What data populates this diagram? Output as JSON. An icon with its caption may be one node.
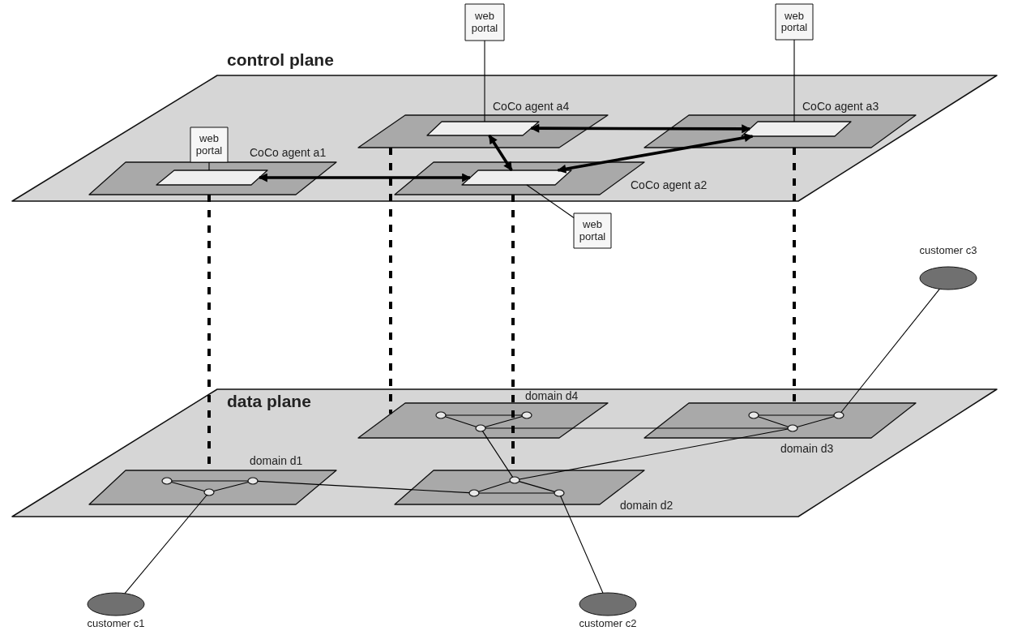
{
  "diagram": {
    "nodes": [
      {
        "text": [
          "control plane"
        ]
      },
      {
        "text": [
          "CoCo agent a4"
        ],
        "in": 0
      },
      {
        "text": [],
        "shape": "box",
        "in": 1
      },
      {
        "text": [
          "CoCo agent a3"
        ],
        "in": 0
      },
      {
        "text": [],
        "shape": "box",
        "in": 3
      },
      {
        "text": [
          "CoCo agent a1"
        ],
        "in": 0
      },
      {
        "text": [],
        "shape": "box",
        "in": 5
      },
      {
        "text": [
          "CoCo agent a2"
        ],
        "in": 0
      },
      {
        "text": [],
        "shape": "box",
        "in": 7
      },
      {
        "text": [
          "web portal"
        ]
      },
      {
        "text": [
          "web portal"
        ]
      },
      {
        "text": [
          "web portal"
        ],
        "in": 0
      },
      {
        "text": [
          "web portal"
        ]
      },
      {
        "text": [
          "data plane"
        ]
      },
      {
        "text": [
          "domain d4"
        ],
        "in": 13
      },
      {
        "text": [],
        "shape": "circle",
        "in": 14
      },
      {
        "text": [],
        "shape": "circle",
        "in": 14
      },
      {
        "text": [],
        "shape": "circle",
        "in": 14
      },
      {
        "text": [
          "domain d3"
        ],
        "in": 13
      },
      {
        "text": [],
        "shape": "circle",
        "in": 18
      },
      {
        "text": [],
        "shape": "circle",
        "in": 18
      },
      {
        "text": [],
        "shape": "circle",
        "in": 18
      },
      {
        "text": [
          "domain d1"
        ],
        "in": 13
      },
      {
        "text": [],
        "shape": "circle",
        "in": 22
      },
      {
        "text": [],
        "shape": "circle",
        "in": 22
      },
      {
        "text": [],
        "shape": "circle",
        "in": 22
      },
      {
        "text": [
          "domain d2"
        ],
        "in": 13
      },
      {
        "text": [],
        "shape": "circle",
        "in": 26
      },
      {
        "text": [],
        "shape": "circle",
        "in": 26
      },
      {
        "text": [],
        "shape": "circle",
        "in": 26
      },
      {
        "text": [
          "customer c3"
        ]
      },
      {
        "text": [
          "customer c1"
        ]
      },
      {
        "text": [
          "customer c2"
        ]
      }
    ],
    "edges": [
      {
        "from": 6,
        "to": 8,
        "arrow": "both",
        "style": "thick"
      },
      {
        "from": 2,
        "to": 4,
        "arrow": "both",
        "style": "thick"
      },
      {
        "from": 2,
        "to": 8,
        "arrow": "both",
        "style": "thick"
      },
      {
        "from": 8,
        "to": 4,
        "arrow": "both",
        "style": "thick"
      },
      {
        "from": 9,
        "to": 2,
        "arrow": "none"
      },
      {
        "from": 10,
        "to": 4,
        "arrow": "none"
      },
      {
        "from": 11,
        "to": 6,
        "arrow": "none"
      },
      {
        "from": 8,
        "to": 12,
        "arrow": "none"
      },
      {
        "from": 5,
        "to": 22,
        "arrow": "none",
        "style": "dashed"
      },
      {
        "from": 1,
        "to": 14,
        "arrow": "none",
        "style": "dashed"
      },
      {
        "from": 7,
        "to": 26,
        "arrow": "none",
        "style": "dashed"
      },
      {
        "from": 3,
        "to": 18,
        "arrow": "none",
        "style": "dashed"
      },
      {
        "from": 15,
        "to": 17,
        "arrow": "none"
      },
      {
        "from": 15,
        "to": 16,
        "arrow": "none"
      },
      {
        "from": 16,
        "to": 17,
        "arrow": "none"
      },
      {
        "from": 19,
        "to": 21,
        "arrow": "none"
      },
      {
        "from": 19,
        "to": 20,
        "arrow": "none"
      },
      {
        "from": 20,
        "to": 21,
        "arrow": "none"
      },
      {
        "from": 23,
        "to": 25,
        "arrow": "none"
      },
      {
        "from": 23,
        "to": 24,
        "arrow": "none"
      },
      {
        "from": 24,
        "to": 25,
        "arrow": "none"
      },
      {
        "from": 27,
        "to": 28,
        "arrow": "none"
      },
      {
        "from": 28,
        "to": 29,
        "arrow": "none"
      },
      {
        "from": 27,
        "to": 29,
        "arrow": "none"
      },
      {
        "from": 16,
        "to": 20,
        "arrow": "none"
      },
      {
        "from": 16,
        "to": 28,
        "arrow": "none"
      },
      {
        "from": 28,
        "to": 20,
        "arrow": "none"
      },
      {
        "from": 25,
        "to": 27,
        "arrow": "none"
      },
      {
        "from": 24,
        "to": 31,
        "arrow": "none"
      },
      {
        "from": 29,
        "to": 32,
        "arrow": "none"
      },
      {
        "from": 21,
        "to": 30,
        "arrow": "none"
      }
    ]
  }
}
